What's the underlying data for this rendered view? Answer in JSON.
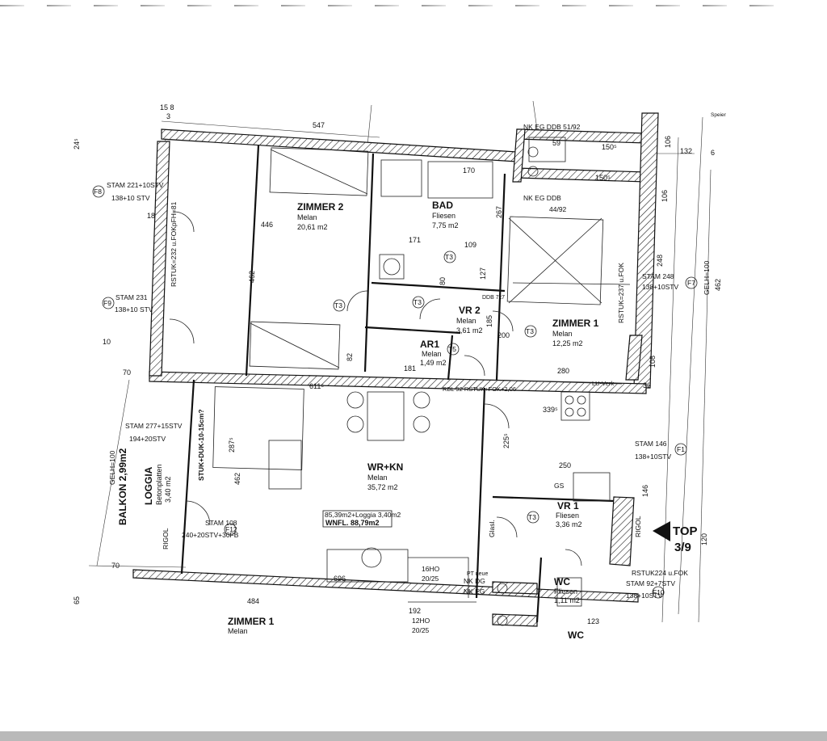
{
  "rooms": {
    "zimmer2": {
      "name": "ZIMMER 2",
      "floor": "Melan",
      "area": "20,61 m2"
    },
    "bad": {
      "name": "BAD",
      "floor": "Fliesen",
      "area": "7,75 m2"
    },
    "vr2": {
      "name": "VR 2",
      "floor": "Melan",
      "area": "3,61 m2"
    },
    "ar1": {
      "name": "AR1",
      "floor": "Melan",
      "area": "1,49 m2"
    },
    "zimmer1": {
      "name": "ZIMMER 1",
      "floor": "Melan",
      "area": "12,25 m2"
    },
    "wrkn": {
      "name": "WR+KN",
      "floor": "Melan",
      "area": "35,72 m2"
    },
    "vr1": {
      "name": "VR 1",
      "floor": "Fliesen",
      "area": "3,36 m2"
    },
    "wc": {
      "name": "WC",
      "floor": "Fliesen",
      "area": "1,11 m2"
    },
    "loggia": {
      "name": "LOGGIA",
      "floor": "Betonplatten",
      "area": "3,40 m2"
    },
    "balkon": {
      "name": "BALKON 2,99m2"
    },
    "zimmer1_below": {
      "name": "ZIMMER 1",
      "floor": "Melan"
    },
    "wc_below": {
      "name": "WC"
    }
  },
  "summary": {
    "line1": "85,39m2+Loggia 3,40m2",
    "line2": "WNFL. 88,79m2"
  },
  "top_label": {
    "top": "TOP",
    "number": "3/9"
  },
  "window_tags": {
    "f8": "F8",
    "f8_l1": "STAM 221+10STV",
    "f8_l2": "138+10 STV",
    "f9": "F9",
    "f9_l1": "STAM 231",
    "f9_l2": "138+10 STV",
    "f7": "F7",
    "f7_l1": "STAM 248",
    "f7_l2": "138+10STV",
    "f1": "F1",
    "f1_l1": "STAM 146",
    "f1_l2": "138+10STV",
    "f10": "F10",
    "f10_l1": "STAM 92+7STV",
    "f10_l2": "138+10STV",
    "loggia_l1": "STAM 277+15STV",
    "loggia_l2": "194+20STV",
    "f12": "F12",
    "f12_l1": "STAM 108",
    "f12_l2": "240+20STV+30FB",
    "rstuk1": "RSTUK=232 u.FOKpFH=81",
    "rstuk2": "RSTUK=237 u.FOK",
    "rstuk3": "RSTUK224 u.FOK",
    "stuk": "STUK+DUK-10-15cm?",
    "gelh1": "GELH=100",
    "gelh2": "GELH=100",
    "rigol1": "RIGOL",
    "rigol2": "RIGOL",
    "nkeg1": "NK EG  DDB 51/92",
    "nkeg2": "NK EG  DDB",
    "nkeg2b": "44/92",
    "ddb": "DDB 7x7",
    "rbl": "RBL 92 RSTUK+FOK+2,06",
    "luverk": "LU-Verk",
    "glasl": "Glasl.",
    "gs": "GS",
    "speier": "Speier",
    "nkdg": "NK DG",
    "nkeg3": "NK EG",
    "ptnk": "PT neue",
    "stair1": "16HO",
    "stair1b": "20/25",
    "stair2": "12HO",
    "stair2b": "20/25"
  },
  "door_tags": [
    "T3",
    "T3",
    "T3",
    "T5",
    "T3",
    "T3"
  ],
  "dims": {
    "d547": "547",
    "d446": "446",
    "d462": "462",
    "d170": "170",
    "d171": "171",
    "d109": "109",
    "d127": "127",
    "d267": "267",
    "d80": "80",
    "d200": "200",
    "d185": "185",
    "d150a": "150⁵",
    "d150b": "150⁵",
    "d59": "59",
    "d132": "132",
    "d106a": "106",
    "d106b": "106",
    "d248": "248",
    "d462b": "462",
    "d108": "108",
    "d280": "280",
    "d36": "36",
    "d18": "18",
    "d339": "339⁵",
    "d225": "225⁵",
    "d250": "250",
    "d146": "146",
    "d10": "10",
    "d120": "120",
    "d611": "611⁵",
    "d287": "287⁵",
    "d462c": "462",
    "d696": "696",
    "d484": "484",
    "d192": "192",
    "d123": "123",
    "d70a": "70",
    "d70b": "70",
    "d181": "181",
    "d82": "82",
    "d24": "24⁵",
    "d15": "15  8",
    "d3": "3",
    "d65": "65",
    "d6": "6"
  },
  "colors": {
    "ink": "#111111",
    "paper": "#ffffff",
    "strip": "#b9b9b9"
  }
}
